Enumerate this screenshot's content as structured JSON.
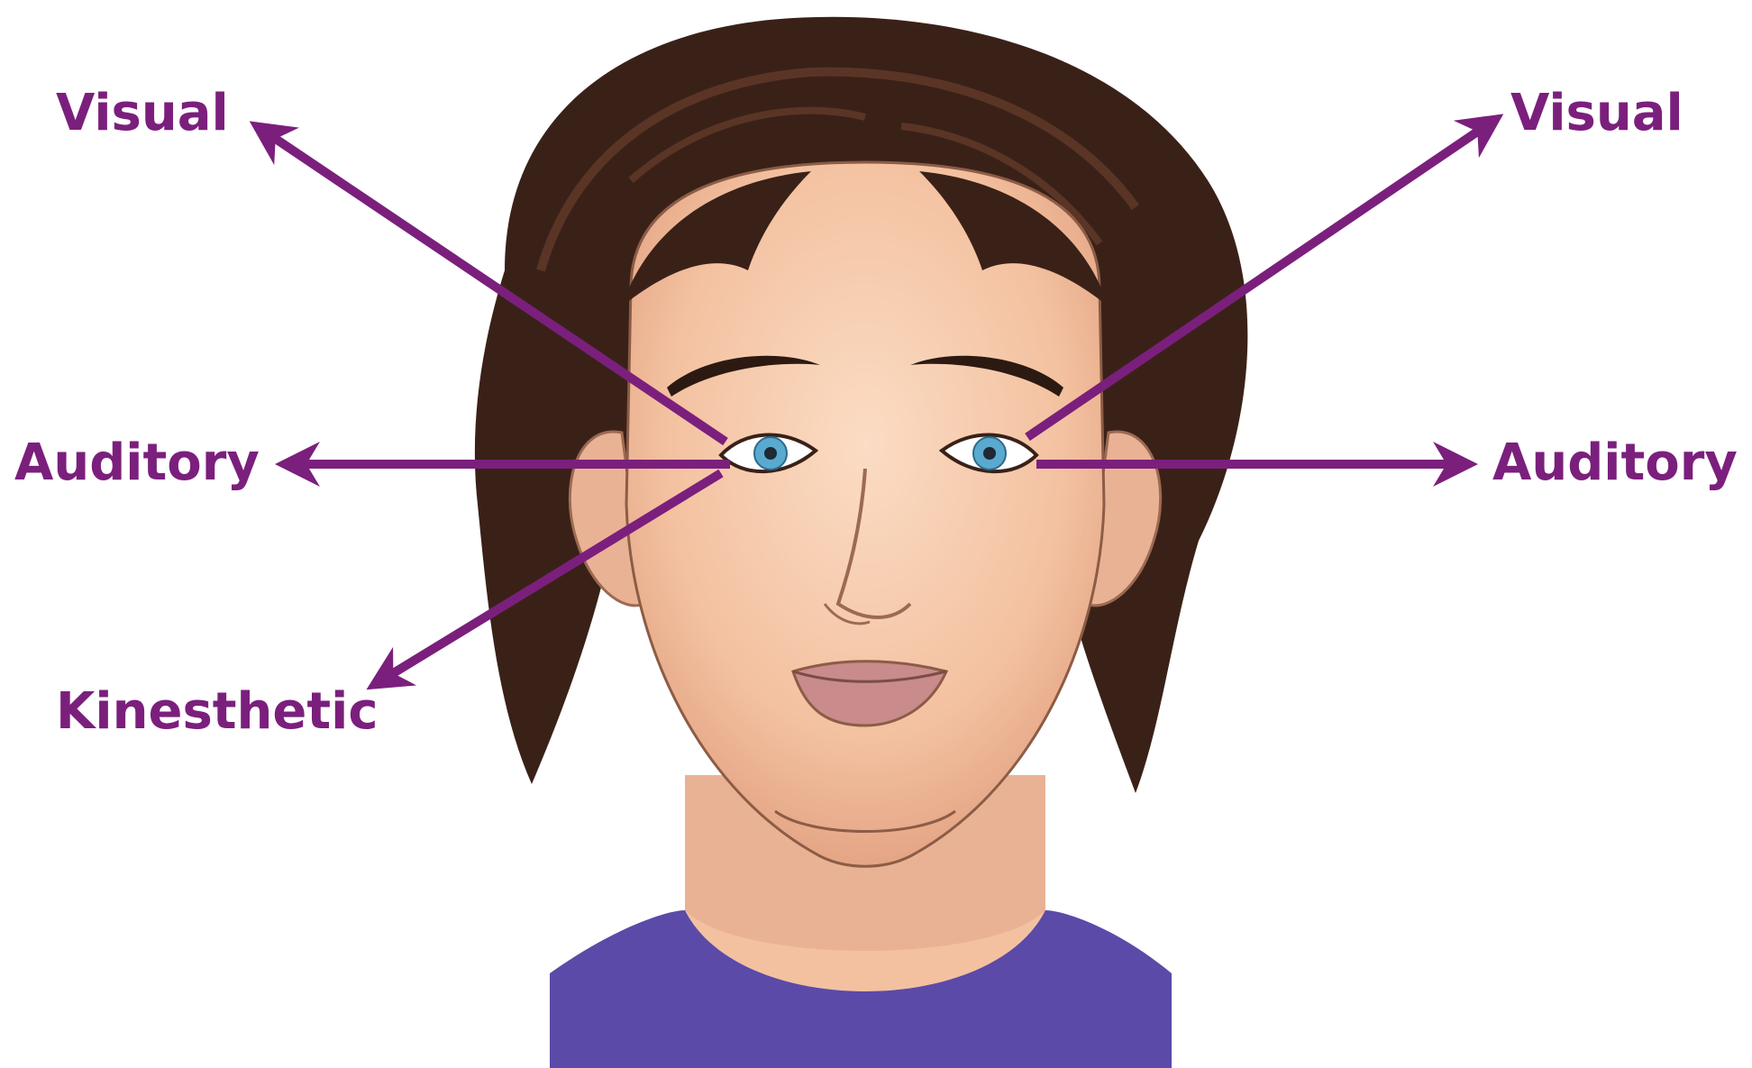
{
  "colors": {
    "accent": "#7b1f7d",
    "hair": "#3a2118",
    "skin": "#f6c8a6",
    "skin_shadow": "#e7a98a",
    "shirt": "#5b4aa8",
    "iris": "#5aa9cf"
  },
  "labels": {
    "visual_left": "Visual",
    "visual_right": "Visual",
    "auditory_left": "Auditory",
    "auditory_right": "Auditory",
    "kinesthetic": "Kinesthetic"
  },
  "illustration": {
    "subject": "woman-face"
  }
}
